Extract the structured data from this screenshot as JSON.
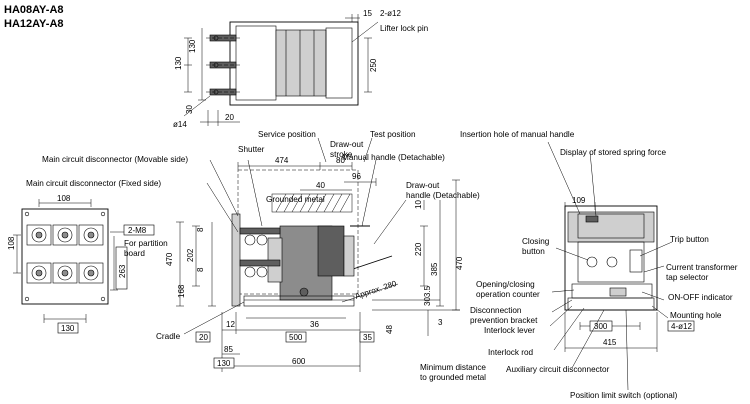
{
  "models": [
    "HA08AY-A8",
    "HA12AY-A8"
  ],
  "top_view": {
    "dims": {
      "d15": "15",
      "pin": "2-ø12",
      "d130": "130",
      "d250": "250",
      "d30": "30",
      "d20": "20",
      "d14": "ø14",
      "d2_30": "30"
    },
    "labels": {
      "lifter": "Lifter lock pin"
    }
  },
  "front_view": {
    "dims": {
      "d108w": "108",
      "d108h": "108",
      "m8": "2-M8",
      "d263": "263",
      "d130": "130"
    },
    "labels": {
      "partition": "For partition board"
    }
  },
  "side_view": {
    "dims": {
      "d474": "474",
      "d40": "40",
      "d80": "80",
      "d96": "96",
      "d10": "10",
      "d220": "220",
      "d385": "385",
      "d470r": "470",
      "d3035": "303.5",
      "approx": "Approx. 280",
      "d8a": "8",
      "d202": "202",
      "d8b": "8",
      "d470l": "470",
      "d168": "168",
      "d12": "12",
      "d36": "36",
      "d3": "3",
      "d48": "48",
      "d20": "20",
      "d500": "500",
      "d35": "35",
      "d85": "85",
      "d130": "130",
      "d600": "600"
    },
    "labels": {
      "service": "Service position",
      "test": "Test position",
      "drawout_stroke": "Draw-out stroke",
      "manual_handle": "Manual handle (Detachable)",
      "drawout_handle": "Draw-out handle (Detachable)",
      "shutter": "Shutter",
      "movable": "Main circuit disconnector (Movable side)",
      "fixed": "Main circuit disconnector (Fixed side)",
      "grounded": "Grounded metal",
      "cradle": "Cradle",
      "min_dist": "Minimum distance to grounded metal"
    }
  },
  "right_view": {
    "dims": {
      "d109": "109",
      "d300": "300",
      "d415": "415",
      "hole": "4-ø12"
    },
    "labels": {
      "insertion": "Insertion hole of manual handle",
      "spring": "Display of stored spring force",
      "closing": "Closing button",
      "trip": "Trip button",
      "ct": "Current transformer tap selector",
      "counter": "Opening/closing operation counter",
      "onoff": "ON-OFF indicator",
      "bracket": "Disconnection prevention bracket",
      "lever": "Interlock lever",
      "mounting": "Mounting hole",
      "rod": "Interlock rod",
      "aux": "Auxiliary circuit disconnector",
      "limit": "Position limit switch (optional)"
    }
  }
}
